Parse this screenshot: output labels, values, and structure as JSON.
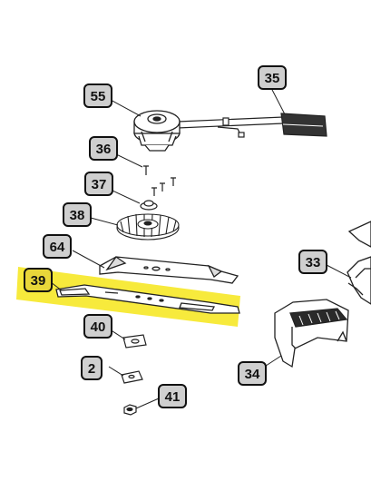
{
  "diagram": {
    "colors": {
      "line": "#222222",
      "highlight": "#f7ea3c",
      "part_fill": "#ffffff",
      "shade": "#cfcfcf"
    },
    "callouts": [
      {
        "id": "c55",
        "label": "55",
        "part": "motor"
      },
      {
        "id": "c35",
        "label": "35",
        "part": "cable-harness"
      },
      {
        "id": "c36",
        "label": "36",
        "part": "screws"
      },
      {
        "id": "c37",
        "label": "37",
        "part": "blade-adapter"
      },
      {
        "id": "c38",
        "label": "38",
        "part": "fan"
      },
      {
        "id": "c64",
        "label": "64",
        "part": "blade-upper"
      },
      {
        "id": "c39",
        "label": "39",
        "part": "blade",
        "highlighted": true
      },
      {
        "id": "c33",
        "label": "33",
        "part": "housing-right"
      },
      {
        "id": "c40",
        "label": "40",
        "part": "washer"
      },
      {
        "id": "c34",
        "label": "34",
        "part": "grass-deflector"
      },
      {
        "id": "c2",
        "label": "2",
        "part": "washer-small"
      },
      {
        "id": "c41",
        "label": "41",
        "part": "blade-nut"
      }
    ]
  }
}
